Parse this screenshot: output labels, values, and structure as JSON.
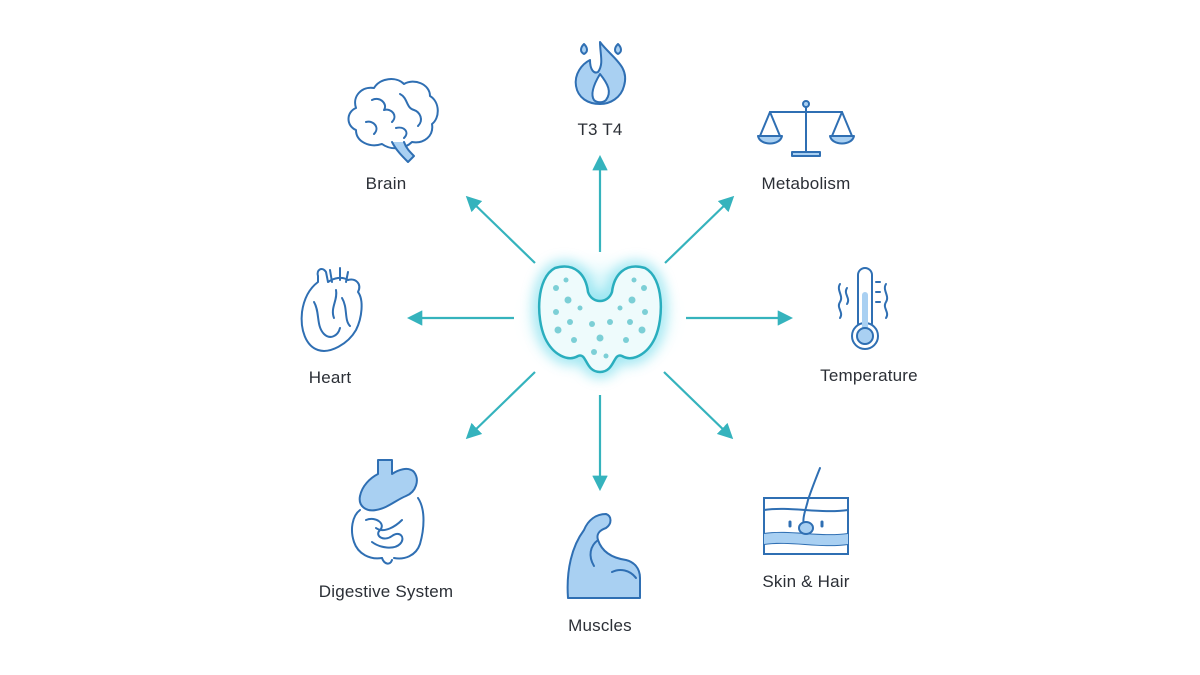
{
  "center": {
    "name": "Thyroid gland",
    "icon": "thyroid-gland-icon"
  },
  "nodes": [
    {
      "key": "t3t4",
      "label": "T3 T4",
      "icon": "flame-icon"
    },
    {
      "key": "metabolism",
      "label": "Metabolism",
      "icon": "balance-scale-icon"
    },
    {
      "key": "temperature",
      "label": "Temperature",
      "icon": "thermometer-icon"
    },
    {
      "key": "skin",
      "label": "Skin & Hair",
      "icon": "skin-hair-follicle-icon"
    },
    {
      "key": "muscles",
      "label": "Muscles",
      "icon": "flexed-arm-icon"
    },
    {
      "key": "digestive",
      "label": "Digestive System",
      "icon": "stomach-intestines-icon"
    },
    {
      "key": "heart",
      "label": "Heart",
      "icon": "heart-icon"
    },
    {
      "key": "brain",
      "label": "Brain",
      "icon": "brain-icon"
    }
  ],
  "colors": {
    "arrow": "#35b3bd",
    "icon_stroke": "#2f6fb3",
    "icon_fill": "#a9d0f2",
    "glow": "#5fd6e8",
    "text": "#2b2f36"
  }
}
